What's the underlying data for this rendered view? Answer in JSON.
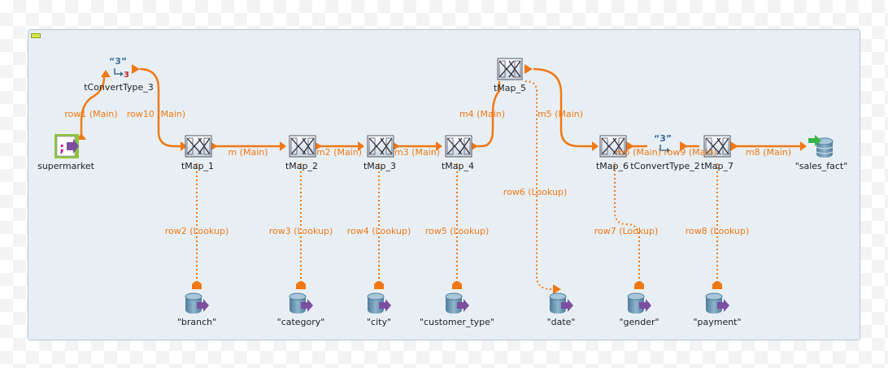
{
  "components": {
    "supermarket": "supermarket",
    "tconverttype_3": "tConvertType_3",
    "tmap_1": "tMap_1",
    "tmap_2": "tMap_2",
    "tmap_3": "tMap_3",
    "tmap_4": "tMap_4",
    "tmap_5": "tMap_5",
    "tmap_6": "tMap_6",
    "tconverttype_2": "tConvertType_2",
    "tmap_7": "tMap_7",
    "sales_fact": "\"sales_fact\"",
    "branch": "\"branch\"",
    "category": "\"category\"",
    "city": "\"city\"",
    "customer_type": "\"customer_type\"",
    "date": "\"date\"",
    "gender": "\"gender\"",
    "payment": "\"payment\""
  },
  "connections": {
    "row1": "row1 (Main)",
    "row10": "row10 (Main)",
    "m": "m (Main)",
    "m2": "m2 (Main)",
    "m3": "m3 (Main)",
    "m4": "m4 (Main)",
    "m5": "m5 (Main)",
    "m6": "m6 (Main)",
    "row9": "row9 (Main)",
    "m8": "m8 (Main)",
    "row2": "row2 (Lookup)",
    "row3": "row3 (Lookup)",
    "row4": "row4 (Lookup)",
    "row5": "row5 (Lookup)",
    "row6": "row6 (Lookup)",
    "row7": "row7 (Lookup)",
    "row8": "row8 (Lookup)"
  },
  "icons": {
    "convert_glyph": "“3”",
    "convert_sub": "3"
  },
  "colors": {
    "connection": "#f07814",
    "subjob_bg": "#e8eff4",
    "db_icon": "#5f8fae",
    "output_arrow": "#39b54a"
  }
}
